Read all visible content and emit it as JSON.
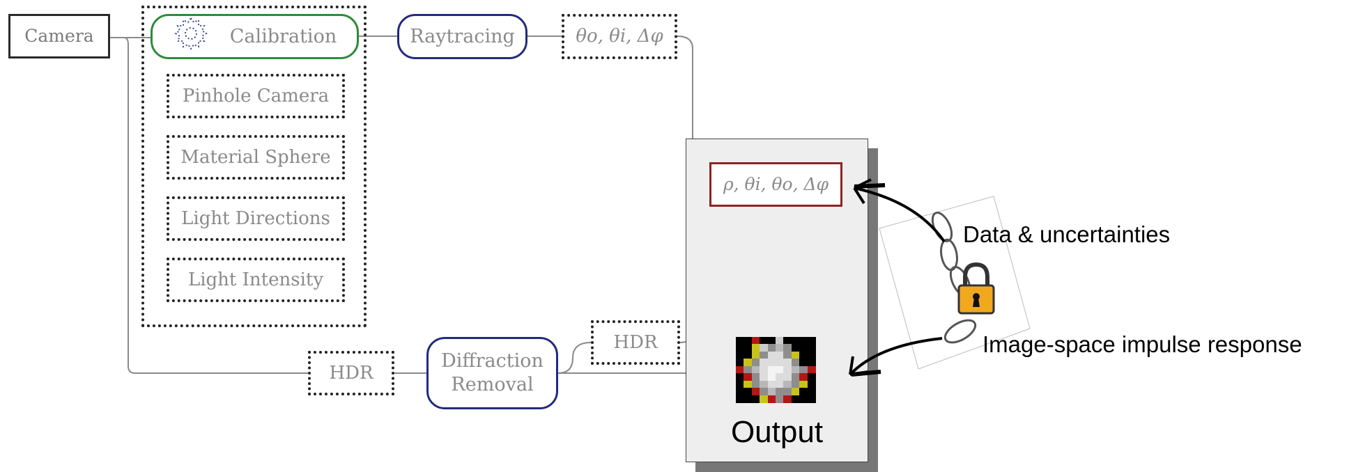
{
  "nodes": {
    "camera": "Camera",
    "calibration": "Calibration",
    "pinhole_camera": "Pinhole Camera",
    "material_sphere": "Material Sphere",
    "light_directions": "Light Directions",
    "light_intensity": "Light Intensity",
    "raytracing": "Raytracing",
    "angles": "θo, θi, Δφ",
    "data_tuple": "ρ, θi, θo, Δφ",
    "hdr_input": "HDR",
    "diffraction_removal_line1": "Diffraction",
    "diffraction_removal_line2": "Removal",
    "hdr_output": "HDR"
  },
  "output": {
    "label": "Output"
  },
  "annotations": {
    "data_uncertainties": "Data & uncertainties",
    "impulse_response": "Image-space impulse response"
  },
  "impulse_image": {
    "rows": [
      "BBRBBWBBBB",
      "BBYWGLGBBB",
      "BBYGCCGYBB",
      "BYGCCCCGBB",
      "RGLCXXCLGR",
      "BRGCXCCGRB",
      "BYGLCCLGYB",
      "BBRGLGGYBB",
      "BBBYRGRBBB"
    ]
  },
  "colors": {
    "calibration_border": "#2e8b3a",
    "process_border": "#232a7e",
    "result_border": "#8c2323",
    "output_panel": "#eeeeee",
    "lock_body": "#f0a91e"
  },
  "icons": {
    "calibration_icon": "gear-icon",
    "chain_icon": "chain-icon",
    "lock_icon": "padlock-icon"
  }
}
